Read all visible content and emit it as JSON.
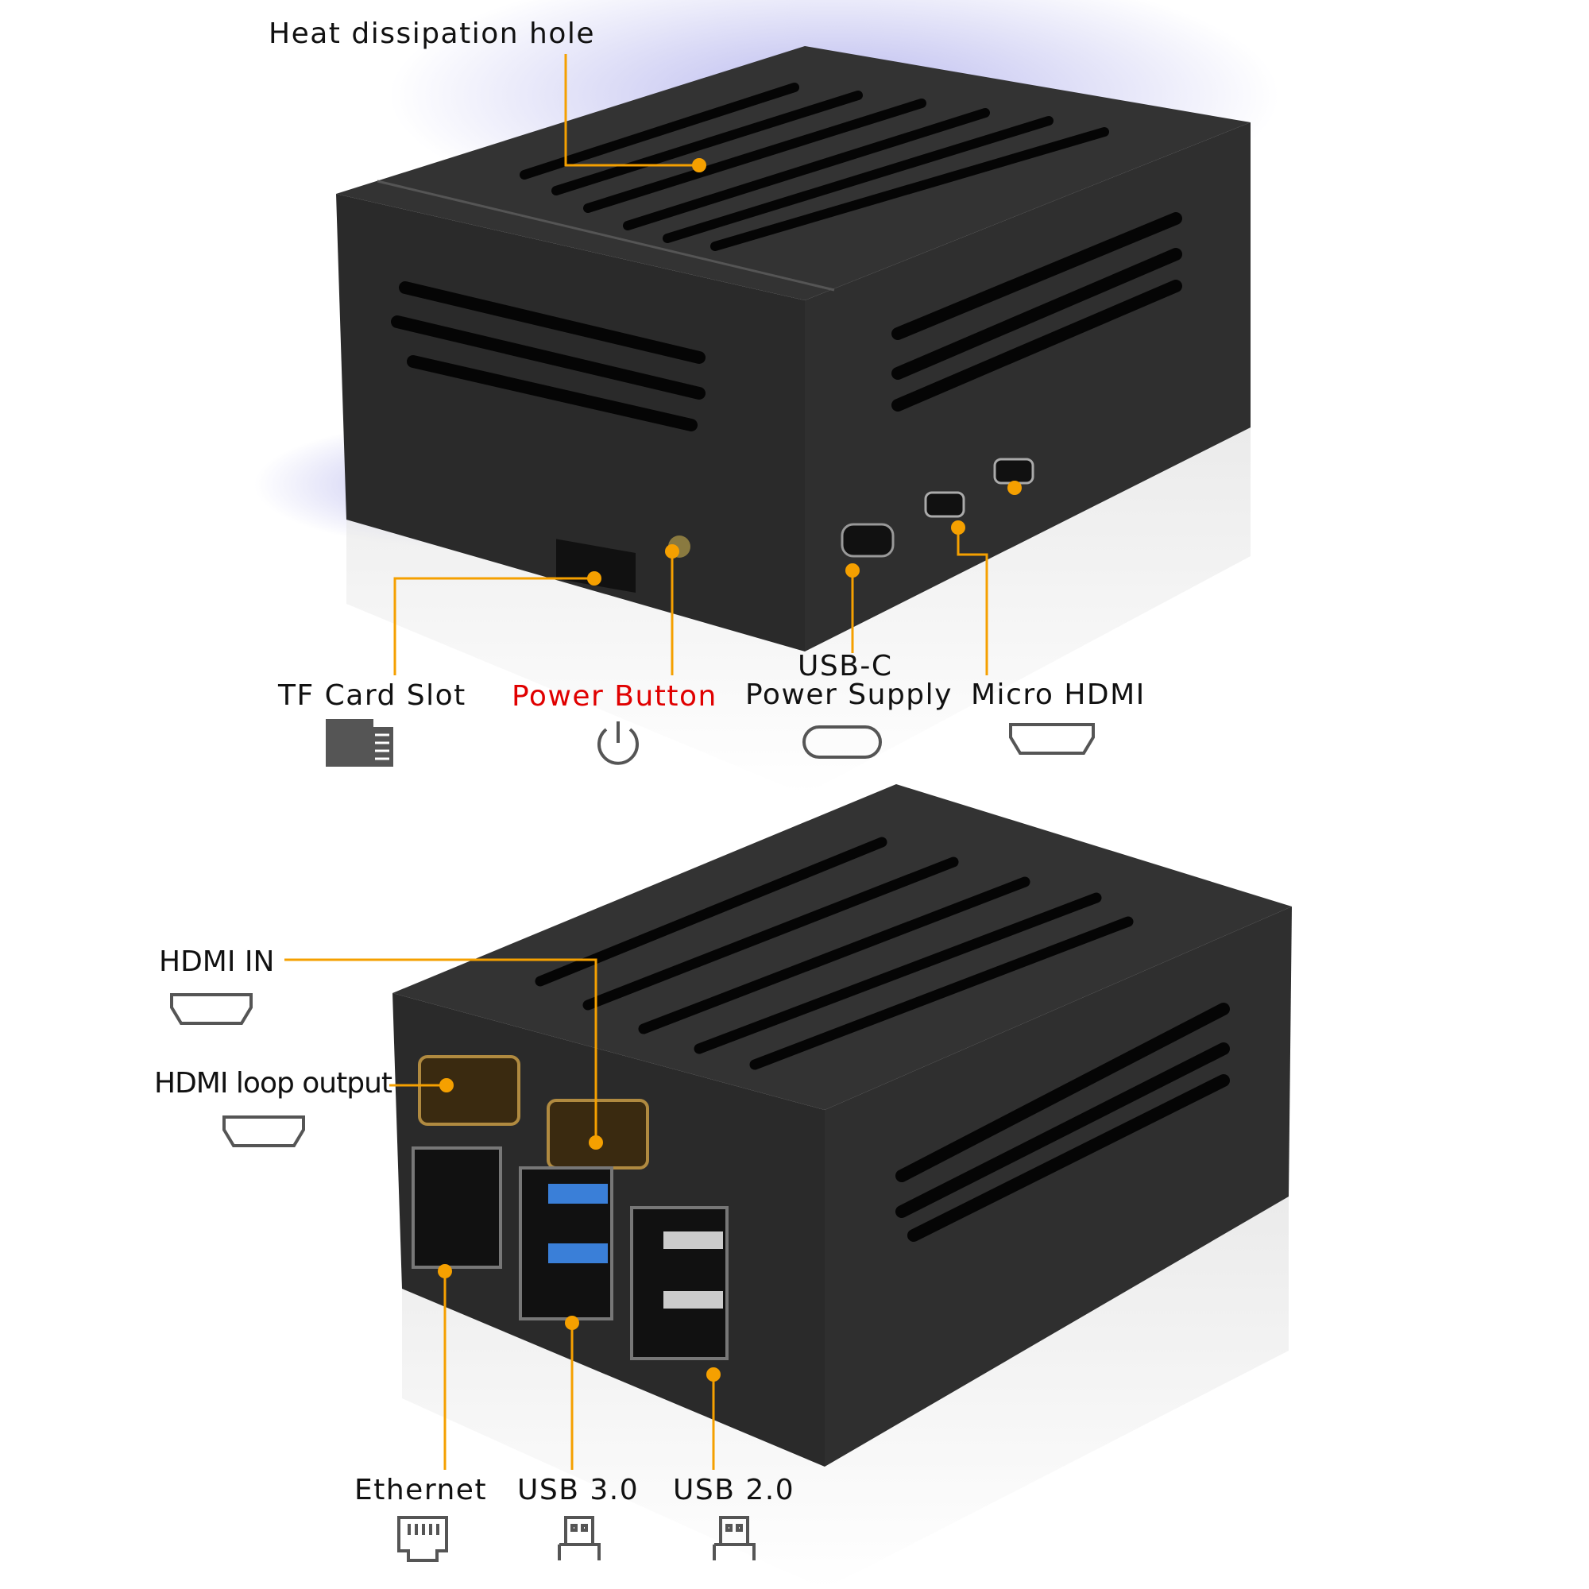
{
  "labels": {
    "heat": "Heat dissipation hole",
    "tf": "TF Card Slot",
    "power": "Power Button",
    "usbc_top": "USB-C",
    "usbc_bottom": "Power Supply",
    "micro_hdmi": "Micro HDMI",
    "hdmi_in": "HDMI IN",
    "hdmi_loop": "HDMI loop output",
    "ethernet": "Ethernet",
    "usb3": "USB 3.0",
    "usb2": "USB 2.0"
  },
  "colors": {
    "callout": "#f5a000",
    "case": "#2b2b2b",
    "airflow": "#6b6bd8",
    "power_label": "#e00000"
  },
  "icons": [
    "tf-card-icon",
    "power-icon",
    "usb-c-icon",
    "micro-hdmi-icon",
    "hdmi-in-icon",
    "hdmi-loop-icon",
    "ethernet-icon",
    "usb3-icon",
    "usb2-icon"
  ]
}
